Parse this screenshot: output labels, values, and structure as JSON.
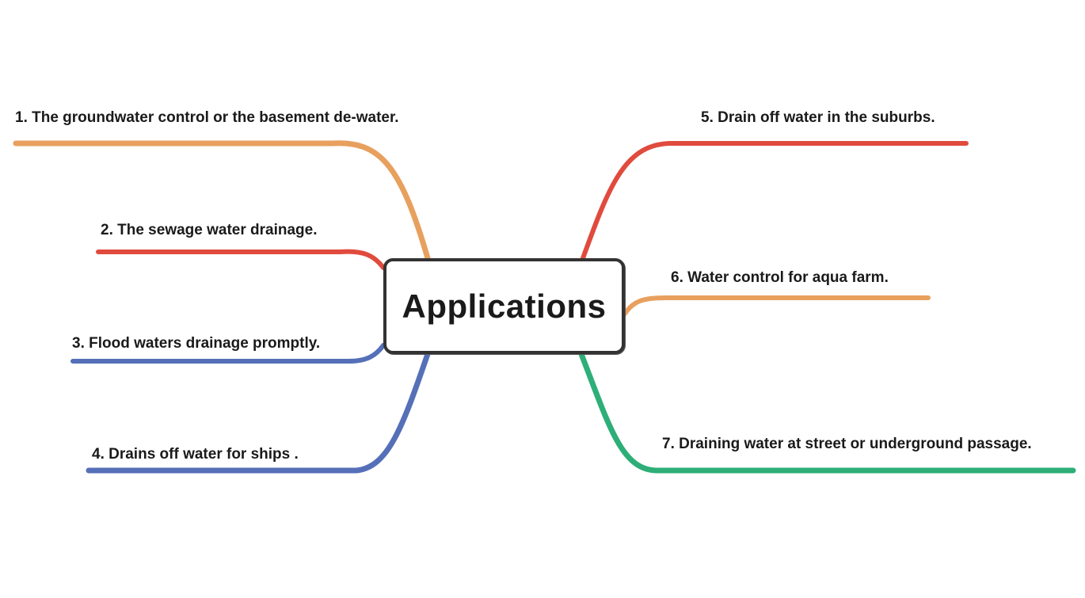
{
  "central": {
    "title": "Applications"
  },
  "colors": {
    "orange": "#E8A05E",
    "red": "#E04B3E",
    "blue": "#5570B8",
    "green": "#2EAE78",
    "node_border": "#333333"
  },
  "branches": [
    {
      "id": "b1",
      "label": "1. The groundwater control or the basement de-water.",
      "color": "#E8A05E",
      "side": "left"
    },
    {
      "id": "b2",
      "label": "2. The sewage water drainage.",
      "color": "#E04B3E",
      "side": "left"
    },
    {
      "id": "b3",
      "label": "3. Flood waters drainage promptly.",
      "color": "#5570B8",
      "side": "left"
    },
    {
      "id": "b4",
      "label": "4. Drains off water for ships .",
      "color": "#5570B8",
      "side": "left"
    },
    {
      "id": "b5",
      "label": "5. Drain off water in the suburbs.",
      "color": "#E04B3E",
      "side": "right"
    },
    {
      "id": "b6",
      "label": "6. Water control for aqua farm.",
      "color": "#E8A05E",
      "side": "right"
    },
    {
      "id": "b7",
      "label": "7. Draining water at street or underground passage.",
      "color": "#2EAE78",
      "side": "right"
    }
  ]
}
